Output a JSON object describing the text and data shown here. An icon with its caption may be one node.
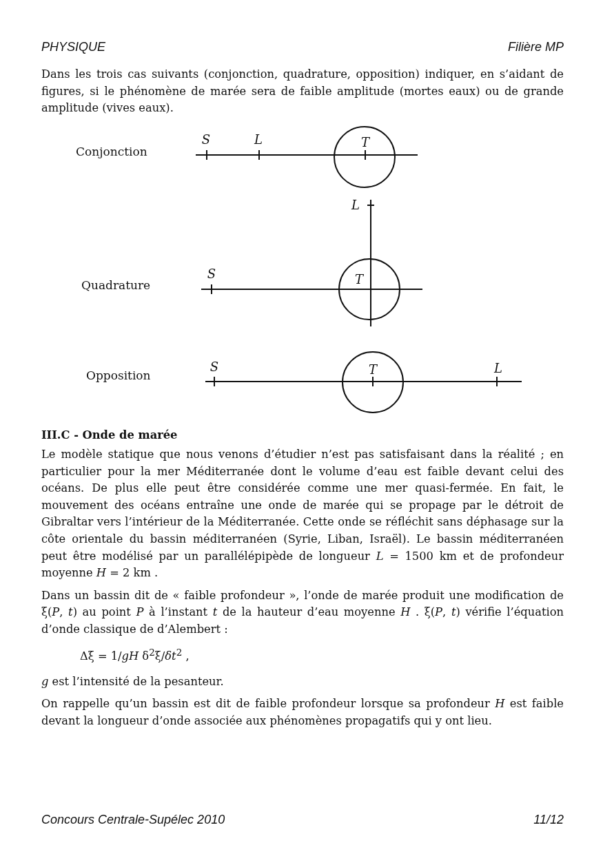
{
  "diagram": {
    "nodes": [
      {
        "text": [
          "T"
        ]
      },
      {
        "text": [
          "T"
        ]
      },
      {
        "text": [
          "T"
        ]
      }
    ],
    "labels": [
      "PHYSIQUE",
      "Filière MP",
      "Dans les trois cas suivants (conjonction, quadrature, opposition) indiquer, en s’aidant de figures, si le phénomène de marée sera de faible amplitude (mortes eaux) ou de grande amplitude (vives eaux).",
      "Conjonction",
      "S",
      "L",
      "L",
      "Quadrature",
      "S",
      "Opposition",
      "S",
      "L",
      "III.C - Onde de marée",
      "Le modèle statique que nous venons d’étudier n’est pas satisfaisant dans la réalité ; en particulier pour la mer Méditerranée dont le volume d’eau est faible devant celui des océans. De plus elle peut être considérée comme une mer quasi-fermée. En fait, le mouvement des océans entraîne une onde de marée qui se propage par le détroit de Gibraltar vers l’intérieur de la Méditerranée. Cette onde se réfléchit sans déphasage sur la côte orientale du bassin méditerranéen (Syrie, Liban, Israël). Le bassin méditerranéen peut être modélisé par un parallélépipède de longueur *L* = 1500 km et de profondeur moyenne *H* = 2 km .",
      "Dans un bassin dit de « faible profondeur », l’onde de marée produit une modification de ξ(*P*, *t*) au point *P* à l’instant *t* de la hauteur d’eau moyenne *H* . ξ(*P*, *t*) vérifie l’équation d’onde classique de d’Alembert :",
      "Δξ = 1/*gH* δ$^{2}$ξ/*δt*$^{2}$ ,",
      "*g* est l’intensité de la pesanteur.",
      "On rappelle qu’un bassin est dit de faible profondeur lorsque sa profondeur *H* est faible devant la longueur d’onde associée aux phénomènes propagatifs qui y ont lieu.",
      "Concours Centrale-Supélec 2010",
      "11/12"
    ]
  }
}
